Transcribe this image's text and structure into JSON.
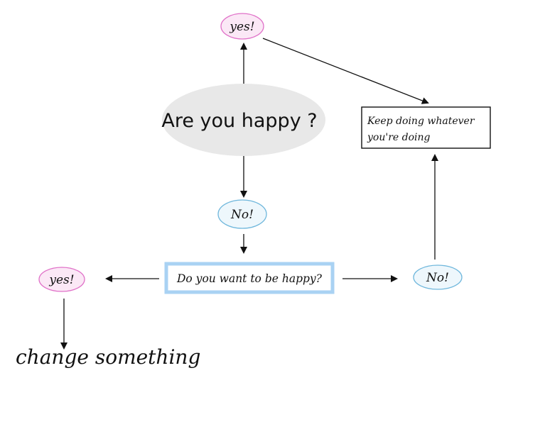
{
  "diagram": {
    "question_main": "Are you happy ?",
    "yes_top": "yes!",
    "keep_doing": [
      "Keep doing whatever",
      "you're doing"
    ],
    "no_middle": "No!",
    "question_want": "Do you want to be happy?",
    "yes_left": "yes!",
    "no_right": "No!",
    "change": "change something"
  },
  "colors": {
    "yes_stroke": "#e070c8",
    "yes_fill": "#fbe8f6",
    "no_stroke": "#6fb7dc",
    "no_fill": "#eef7fc",
    "main_fill": "#e8e8e8",
    "want_border": "#a9d2f3",
    "box_border": "#111111",
    "arrow": "#111111"
  }
}
